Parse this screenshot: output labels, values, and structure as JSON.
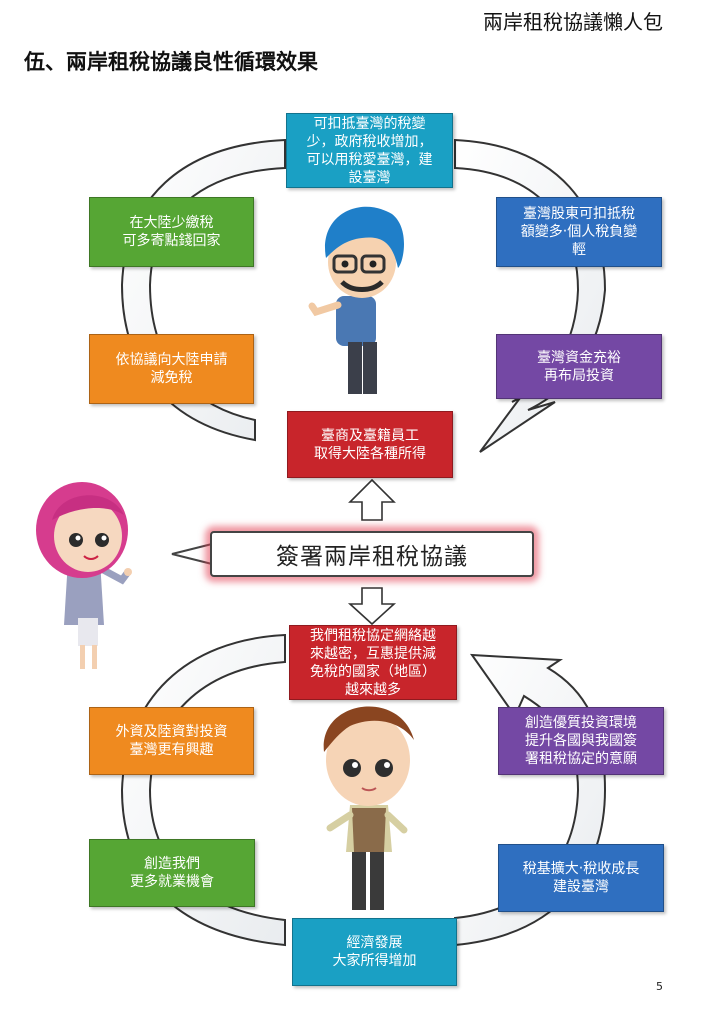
{
  "header": {
    "doc_title": "兩岸租稅協議懶人包",
    "section_title": "伍、兩岸租稅協議良性循環效果",
    "page_number": "5"
  },
  "colors": {
    "cyan": "#1aa0c4",
    "green": "#56a634",
    "blue": "#2f6fc0",
    "orange": "#ef8a1f",
    "purple": "#7448a4",
    "red": "#c8252b",
    "glow": "#e53c50"
  },
  "center": {
    "label": "簽署兩岸租稅協議"
  },
  "upper_cycle": {
    "top": "可扣抵臺灣的稅變\n少，政府稅收增加，\n可以用稅愛臺灣，建\n設臺灣",
    "upper_left": "在大陸少繳稅\n可多寄點錢回家",
    "upper_right": "臺灣股東可扣抵稅\n額變多‧個人稅負變\n輕",
    "lower_left": "依協議向大陸申請\n減免稅",
    "lower_right": "臺灣資金充裕\n再布局投資",
    "bottom": "臺商及臺籍員工\n取得大陸各種所得"
  },
  "lower_cycle": {
    "top": "我們租稅協定網絡越\n來越密，互惠提供減\n免稅的國家（地區）\n越來越多",
    "upper_left": "外資及陸資對投資\n臺灣更有興趣",
    "upper_right": "創造優質投資環境\n提升各國與我國簽\n署租稅協定的意願",
    "lower_left": "創造我們\n更多就業機會",
    "lower_right": "稅基擴大‧稅收成長\n建設臺灣",
    "bottom": "經濟發展\n大家所得增加"
  }
}
